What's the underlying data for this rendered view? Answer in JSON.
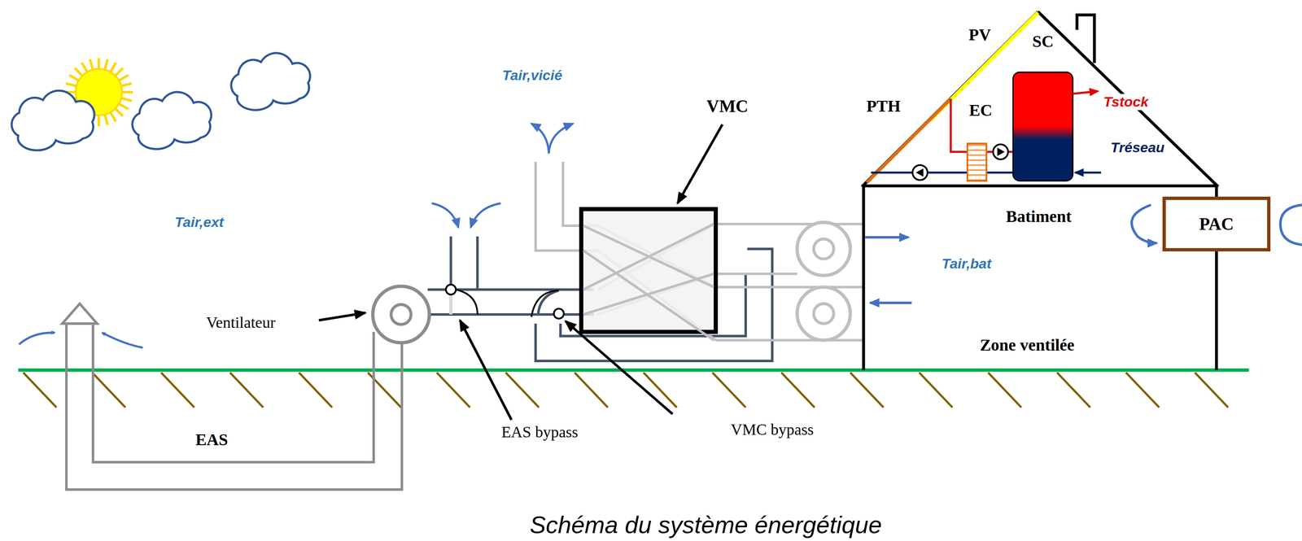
{
  "diagram": {
    "caption": "Schéma du système énergétique",
    "nodes": [
      {
        "text": [
          "Batiment",
          "Zone ventilée"
        ]
      },
      {
        "text": [
          "PAC"
        ]
      }
    ],
    "labels": [
      "Tair,vicié",
      "VMC",
      "PTH",
      "PV",
      "SC",
      "EC",
      "Tstock",
      "Tréseau",
      "Tair,ext",
      "Tair,bat",
      "Ventilateur",
      "EAS",
      "EAS bypass",
      "VMC bypass"
    ]
  }
}
